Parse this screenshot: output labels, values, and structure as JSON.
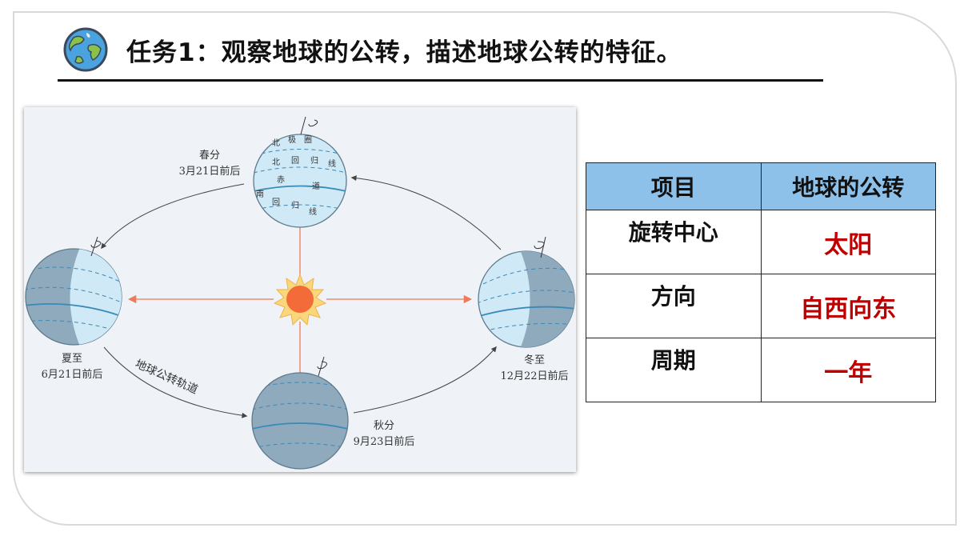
{
  "title": "任务1：观察地球的公转，描述地球公转的特征。",
  "diagram": {
    "spring": {
      "name": "春分",
      "date": "3月21日前后"
    },
    "summer": {
      "name": "夏至",
      "date": "6月21日前后"
    },
    "autumn": {
      "name": "秋分",
      "date": "9月23日前后"
    },
    "winter": {
      "name": "冬至",
      "date": "12月22日前后"
    },
    "orbit_label": "地球公转轨道",
    "globe_labels": {
      "arctic": [
        "北",
        "极",
        "圈"
      ],
      "tropic_cancer": [
        "北",
        "回",
        "归",
        "线"
      ],
      "equator": [
        "赤",
        "道"
      ],
      "tropic_capricorn": [
        "南",
        "回",
        "归",
        "线"
      ]
    },
    "colors": {
      "sun": "#f26b38",
      "ray": "#ef7a5a",
      "globe_light": "#cfe9f6",
      "globe_dark": "#8fa9bd",
      "orbit": "#444444"
    }
  },
  "table": {
    "headers": [
      "项目",
      "地球的公转"
    ],
    "rows": [
      {
        "label": "旋转中心",
        "value": "太阳"
      },
      {
        "label": "方向",
        "value": "自西向东"
      },
      {
        "label": "周期",
        "value": "一年"
      }
    ],
    "header_color": "#8dc1ea",
    "value_color": "#c00000"
  }
}
